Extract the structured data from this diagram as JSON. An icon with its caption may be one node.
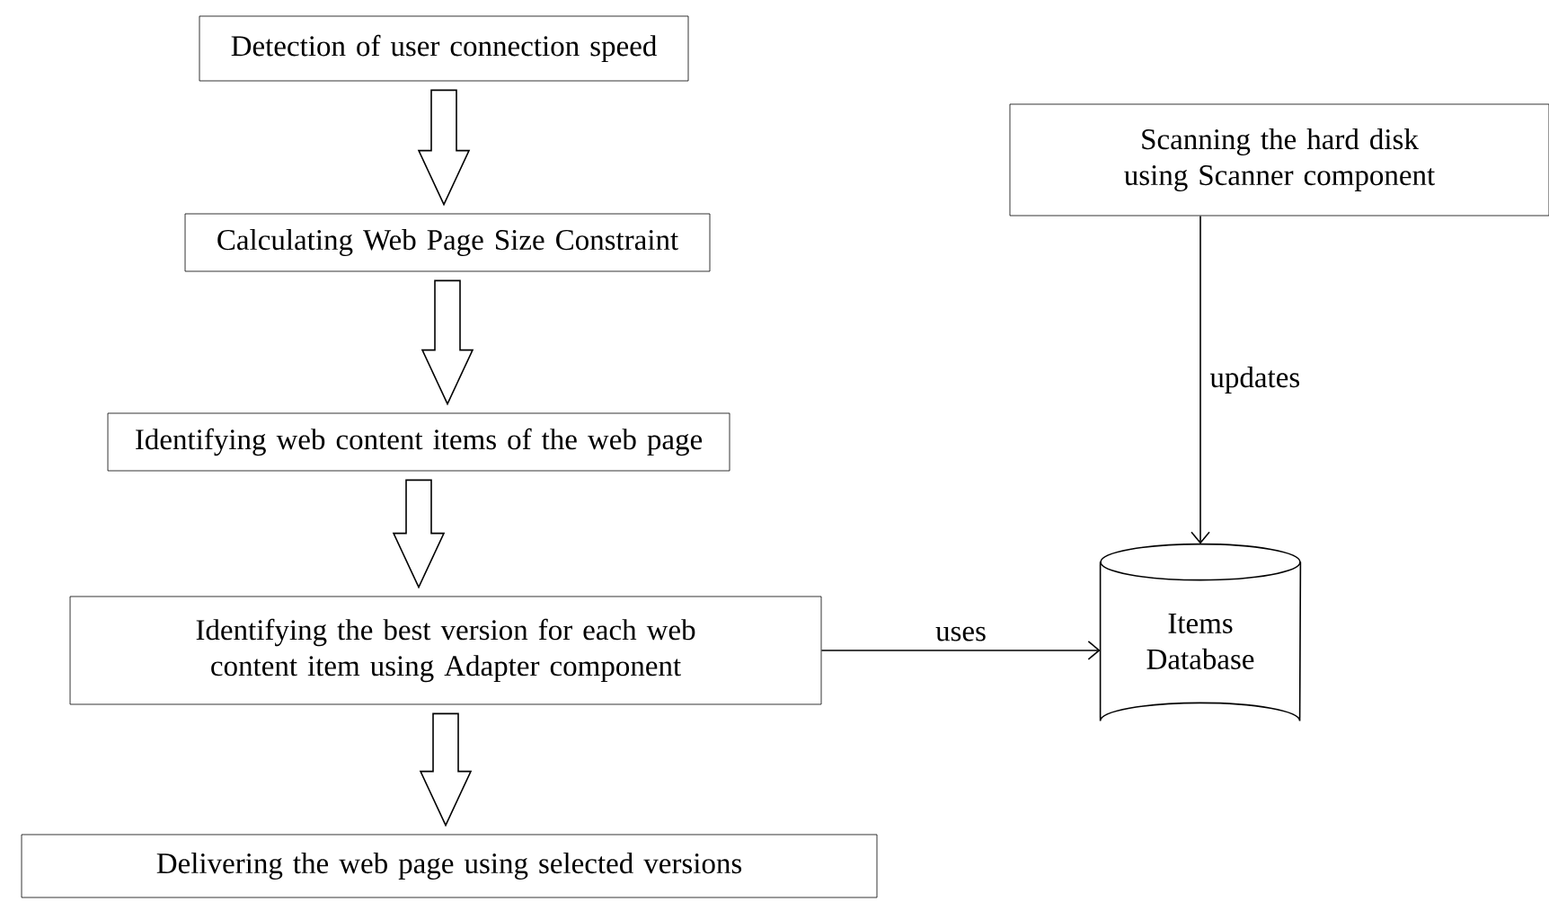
{
  "diagram": {
    "nodes": [
      {
        "text": [
          "Detection of user connection speed"
        ]
      },
      {
        "text": [
          "Calculating Web Page Size Constraint"
        ]
      },
      {
        "text": [
          "Identifying web content items of the web page"
        ]
      },
      {
        "text": [
          "Identifying the best version for each web content item using Adapter component"
        ]
      },
      {
        "text": [
          "Delivering the web page using selected versions"
        ]
      },
      {
        "text": [
          "Scanning the hard disk using Scanner component"
        ]
      },
      {
        "text": [
          "Items Database"
        ]
      }
    ],
    "edges": [
      {
        "from": 0,
        "to": 1,
        "arrow": "to",
        "style": "thick"
      },
      {
        "from": 1,
        "to": 2,
        "arrow": "to",
        "style": "thick"
      },
      {
        "from": 2,
        "to": 3,
        "arrow": "to",
        "style": "thick"
      },
      {
        "from": 3,
        "to": 4,
        "arrow": "to",
        "style": "thick"
      },
      {
        "from": 3,
        "to": 6,
        "arrow": "to",
        "label": "uses"
      },
      {
        "from": 5,
        "to": 6,
        "arrow": "to",
        "label": "updates"
      }
    ]
  }
}
